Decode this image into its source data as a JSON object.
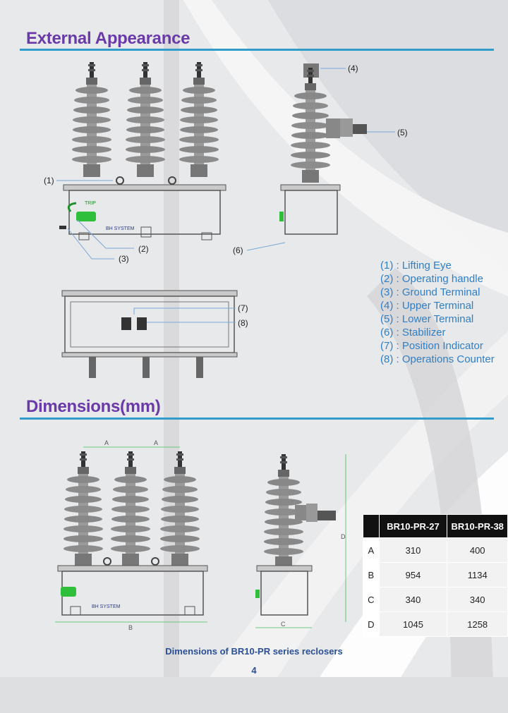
{
  "page": {
    "heading_appearance": "External Appearance",
    "heading_dimensions": "Dimensions(mm)",
    "caption": "Dimensions of BR10-PR series reclosers",
    "page_number": "4"
  },
  "callouts": {
    "c1": "(1)",
    "c2": "(2)",
    "c3": "(3)",
    "c4": "(4)",
    "c5": "(5)",
    "c6": "(6)",
    "c7": "(7)",
    "c8": "(8)"
  },
  "drawing_labels": {
    "brand": "BH SYSTEM",
    "trip": "TRIP",
    "dim_a1": "A",
    "dim_a2": "A",
    "dim_b": "B",
    "dim_c": "C",
    "dim_d": "D"
  },
  "legend": [
    "(1) : Lifting Eye",
    "(2) : Operating handle",
    "(3) : Ground Terminal",
    "(4) : Upper Terminal",
    "(5) : Lower Terminal",
    "(6) : Stabilizer",
    "(7) : Position Indicator",
    "(8) : Operations Counter"
  ],
  "table": {
    "headers": [
      "BR10-PR-27",
      "BR10-PR-38"
    ],
    "rows": [
      {
        "label": "A",
        "v1": "310",
        "v2": "400"
      },
      {
        "label": "B",
        "v1": "954",
        "v2": "1134"
      },
      {
        "label": "C",
        "v1": "340",
        "v2": "340"
      },
      {
        "label": "D",
        "v1": "1045",
        "v2": "1258"
      }
    ]
  },
  "colors": {
    "heading": "#6a3aa8",
    "rule": "#2f9cc9",
    "legend_text": "#2f7fc7",
    "caption": "#2a4f96",
    "handle_green": "#2fbf3a"
  }
}
